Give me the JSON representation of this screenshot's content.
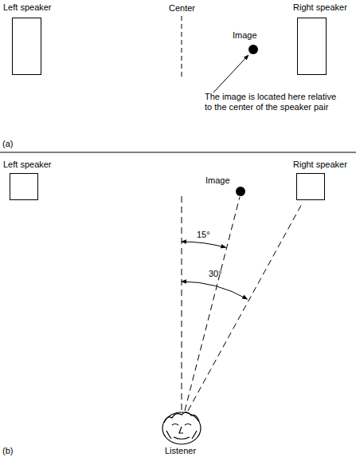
{
  "diagram": {
    "nodes": [
      {
        "text": [
          "Left speaker"
        ]
      },
      {
        "text": [
          "Right speaker"
        ]
      },
      {
        "text": [
          "Left speaker"
        ]
      },
      {
        "text": [
          "Right speaker"
        ]
      }
    ],
    "labels": [
      "Center",
      "Image",
      "The image is located here relative to the center of the speaker pair",
      "(a)",
      "Image",
      "15°",
      "30°",
      "Listener",
      "(b)"
    ]
  }
}
